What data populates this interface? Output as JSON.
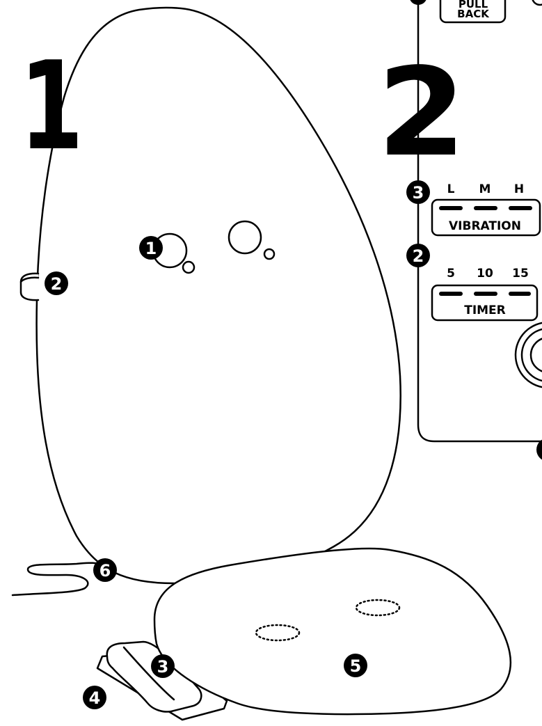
{
  "figure": {
    "big_numbers": {
      "left": "1",
      "right": "2"
    },
    "seat_callouts": {
      "c1": "1",
      "c2": "2",
      "c3": "3",
      "c4": "4",
      "c5": "5",
      "c6": "6"
    },
    "panel": {
      "pull_back": {
        "line1": "PULL",
        "line2": "BACK"
      },
      "vibration": {
        "badge": "3",
        "levels": [
          "L",
          "M",
          "H"
        ],
        "label": "VIBRATION"
      },
      "timer": {
        "badge": "2",
        "levels": [
          "5",
          "10",
          "15"
        ],
        "label": "TIMER"
      }
    }
  }
}
